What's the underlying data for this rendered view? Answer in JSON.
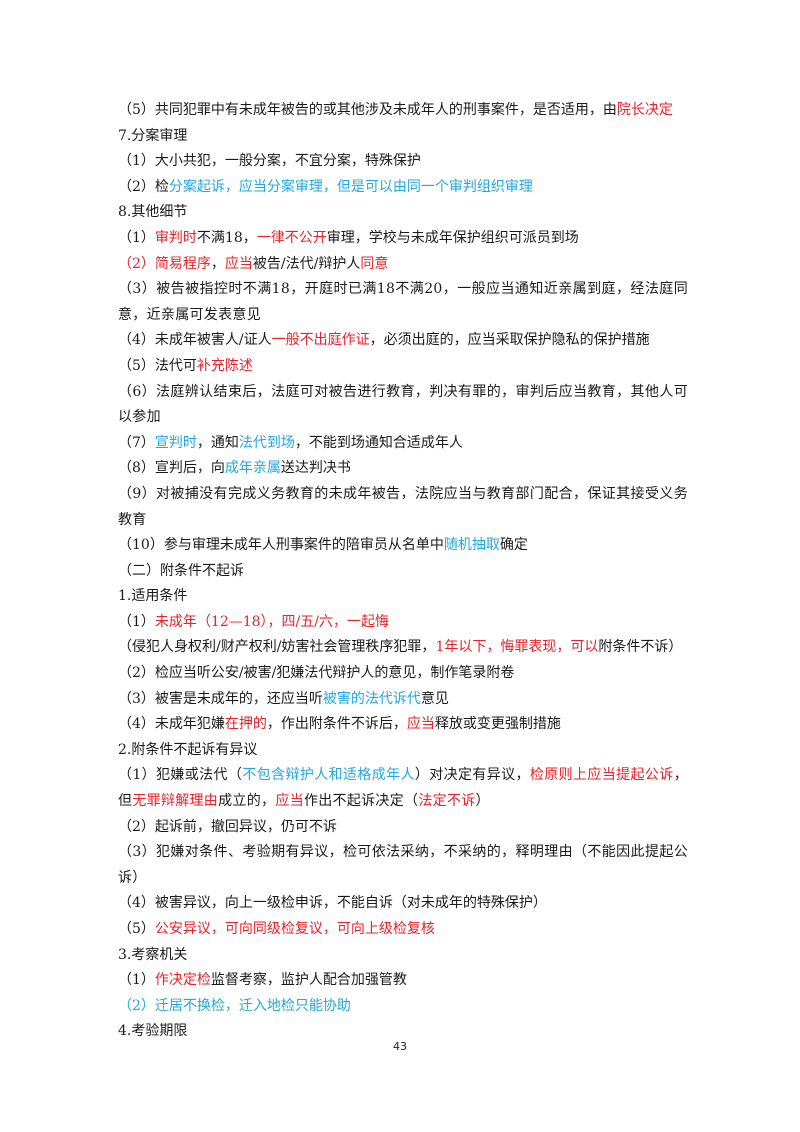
{
  "colors": {
    "red": "#e8222a",
    "blue": "#22a8dd",
    "text": "#1a1a1a"
  },
  "lines": [
    {
      "name": "item-5-joint-crime",
      "runs": [
        {
          "text": "（5）共同犯罪中有未成年被告的或其他涉及未成年人的刑事案件，是否适用，由"
        },
        {
          "text": "院长决定",
          "color": "red"
        }
      ]
    },
    {
      "name": "heading-7-separate-trial",
      "runs": [
        {
          "text": "7.分案审理"
        }
      ]
    },
    {
      "name": "item-7-1",
      "runs": [
        {
          "text": "（1）大小共犯，一般分案，不宜分案，特殊保护"
        }
      ]
    },
    {
      "name": "item-7-2",
      "runs": [
        {
          "text": "（2）检"
        },
        {
          "text": "分案起诉，应当分案审理，但是可以由同一个审判组织审理",
          "color": "blue"
        }
      ]
    },
    {
      "name": "heading-8-other-details",
      "runs": [
        {
          "text": "8.其他细节"
        }
      ]
    },
    {
      "name": "item-8-1",
      "runs": [
        {
          "text": "（1）"
        },
        {
          "text": "审判时",
          "color": "red"
        },
        {
          "text": "不满18，"
        },
        {
          "text": "一律不公开",
          "color": "red"
        },
        {
          "text": "审理，学校与未成年保护组织可派员到场"
        }
      ]
    },
    {
      "name": "item-8-2",
      "runs": [
        {
          "text": "（2）简易程序",
          "color": "red"
        },
        {
          "text": "，"
        },
        {
          "text": "应当",
          "color": "red"
        },
        {
          "text": "被告/法代/辩护人"
        },
        {
          "text": "同意",
          "color": "red"
        }
      ]
    },
    {
      "name": "item-8-3",
      "para": true,
      "runs": [
        {
          "text": "（3）被告被指控时不满18，开庭时已满18不满20，一般应当通知近亲属到庭，经法庭同意，近亲属可发表意见"
        }
      ]
    },
    {
      "name": "item-8-4",
      "runs": [
        {
          "text": "（4）未成年被害人/证人"
        },
        {
          "text": "一般不出庭作证",
          "color": "red"
        },
        {
          "text": "，必须出庭的，应当采取保护隐私的保护措施"
        }
      ]
    },
    {
      "name": "item-8-5",
      "runs": [
        {
          "text": "（5）法代可"
        },
        {
          "text": "补充陈述",
          "color": "red"
        }
      ]
    },
    {
      "name": "item-8-6",
      "para": true,
      "runs": [
        {
          "text": "（6）法庭辨认结束后，法庭可对被告进行教育，判决有罪的，审判后应当教育，其他人可以参加"
        }
      ]
    },
    {
      "name": "item-8-7",
      "runs": [
        {
          "text": "（7）"
        },
        {
          "text": "宣判时",
          "color": "blue"
        },
        {
          "text": "，通知"
        },
        {
          "text": "法代到场",
          "color": "blue"
        },
        {
          "text": "，不能到场通知合适成年人"
        }
      ]
    },
    {
      "name": "item-8-8",
      "runs": [
        {
          "text": "（8）宣判后，向"
        },
        {
          "text": "成年亲属",
          "color": "blue"
        },
        {
          "text": "送达判决书"
        }
      ]
    },
    {
      "name": "item-8-9",
      "para": true,
      "runs": [
        {
          "text": "（9）对被捕没有完成义务教育的未成年被告，法院应当与教育部门配合，保证其接受义务教育"
        }
      ]
    },
    {
      "name": "item-8-10",
      "runs": [
        {
          "text": "（10）参与审理未成年人刑事案件的陪审员从名单中"
        },
        {
          "text": "随机抽取",
          "color": "blue"
        },
        {
          "text": "确定"
        }
      ]
    },
    {
      "name": "section-2-conditional-non-prosecution",
      "runs": [
        {
          "text": "（二）附条件不起诉"
        }
      ]
    },
    {
      "name": "heading-1-applicable-conditions",
      "runs": [
        {
          "text": "1.适用条件"
        }
      ]
    },
    {
      "name": "item-c1-1",
      "runs": [
        {
          "text": "（1）"
        },
        {
          "text": "未成年（12—18），四/五/六，一起悔",
          "color": "red"
        }
      ]
    },
    {
      "name": "item-c1-note",
      "runs": [
        {
          "text": "（侵犯人身权利/财产权利/妨害社会管理秩序犯罪，"
        },
        {
          "text": "1年以下，悔罪表现，可以",
          "color": "red"
        },
        {
          "text": "附条件不诉）"
        }
      ]
    },
    {
      "name": "item-c1-2",
      "runs": [
        {
          "text": "（2）检应当听公安/被害/犯嫌法代辩护人的意见，制作笔录附卷"
        }
      ]
    },
    {
      "name": "item-c1-3",
      "runs": [
        {
          "text": "（3）被害是未成年的，还应当听"
        },
        {
          "text": "被害的法代诉代",
          "color": "blue"
        },
        {
          "text": "意见"
        }
      ]
    },
    {
      "name": "item-c1-4",
      "runs": [
        {
          "text": "（4）未成年犯嫌"
        },
        {
          "text": "在押的",
          "color": "red"
        },
        {
          "text": "，作出附条件不诉后，"
        },
        {
          "text": "应当",
          "color": "red"
        },
        {
          "text": "释放或变更强制措施"
        }
      ]
    },
    {
      "name": "heading-2-objection",
      "runs": [
        {
          "text": "2.附条件不起诉有异议"
        }
      ]
    },
    {
      "name": "item-c2-1",
      "para": true,
      "runs": [
        {
          "text": "（1）犯嫌或法代（"
        },
        {
          "text": "不包含辩护人和适格成年人",
          "color": "blue"
        },
        {
          "text": "）对决定有异议，"
        },
        {
          "text": "检原则上应当提起公诉",
          "color": "red"
        },
        {
          "text": "，但"
        },
        {
          "text": "无罪辩解理由",
          "color": "red"
        },
        {
          "text": "成立的，"
        },
        {
          "text": "应当",
          "color": "red"
        },
        {
          "text": "作出不起诉决定（"
        },
        {
          "text": "法定不诉",
          "color": "red"
        },
        {
          "text": "）"
        }
      ]
    },
    {
      "name": "item-c2-2",
      "runs": [
        {
          "text": "（2）起诉前，撤回异议，仍可不诉"
        }
      ]
    },
    {
      "name": "item-c2-3",
      "para": true,
      "runs": [
        {
          "text": "（3）犯嫌对条件、考验期有异议，检可依法采纳，不采纳的，释明理由（不能因此提起公诉）"
        }
      ]
    },
    {
      "name": "item-c2-4",
      "runs": [
        {
          "text": "（4）被害异议，向上一级检申诉，不能自诉（对未成年的特殊保护）"
        }
      ]
    },
    {
      "name": "item-c2-5",
      "runs": [
        {
          "text": "（5）"
        },
        {
          "text": "公安异议，可向同级检复议，可向上级检复核",
          "color": "red"
        }
      ]
    },
    {
      "name": "heading-3-supervision-authority",
      "runs": [
        {
          "text": "3.考察机关"
        }
      ]
    },
    {
      "name": "item-c3-1",
      "runs": [
        {
          "text": "（1）"
        },
        {
          "text": "作决定检",
          "color": "red"
        },
        {
          "text": "监督考察，监护人配合加强管教"
        }
      ]
    },
    {
      "name": "item-c3-2",
      "runs": [
        {
          "text": "（2）迁居不换检，迁入地检只能协助",
          "color": "blue"
        }
      ]
    },
    {
      "name": "heading-4-probation-period",
      "runs": [
        {
          "text": "4.考验期限"
        }
      ]
    }
  ],
  "page_number": "43"
}
